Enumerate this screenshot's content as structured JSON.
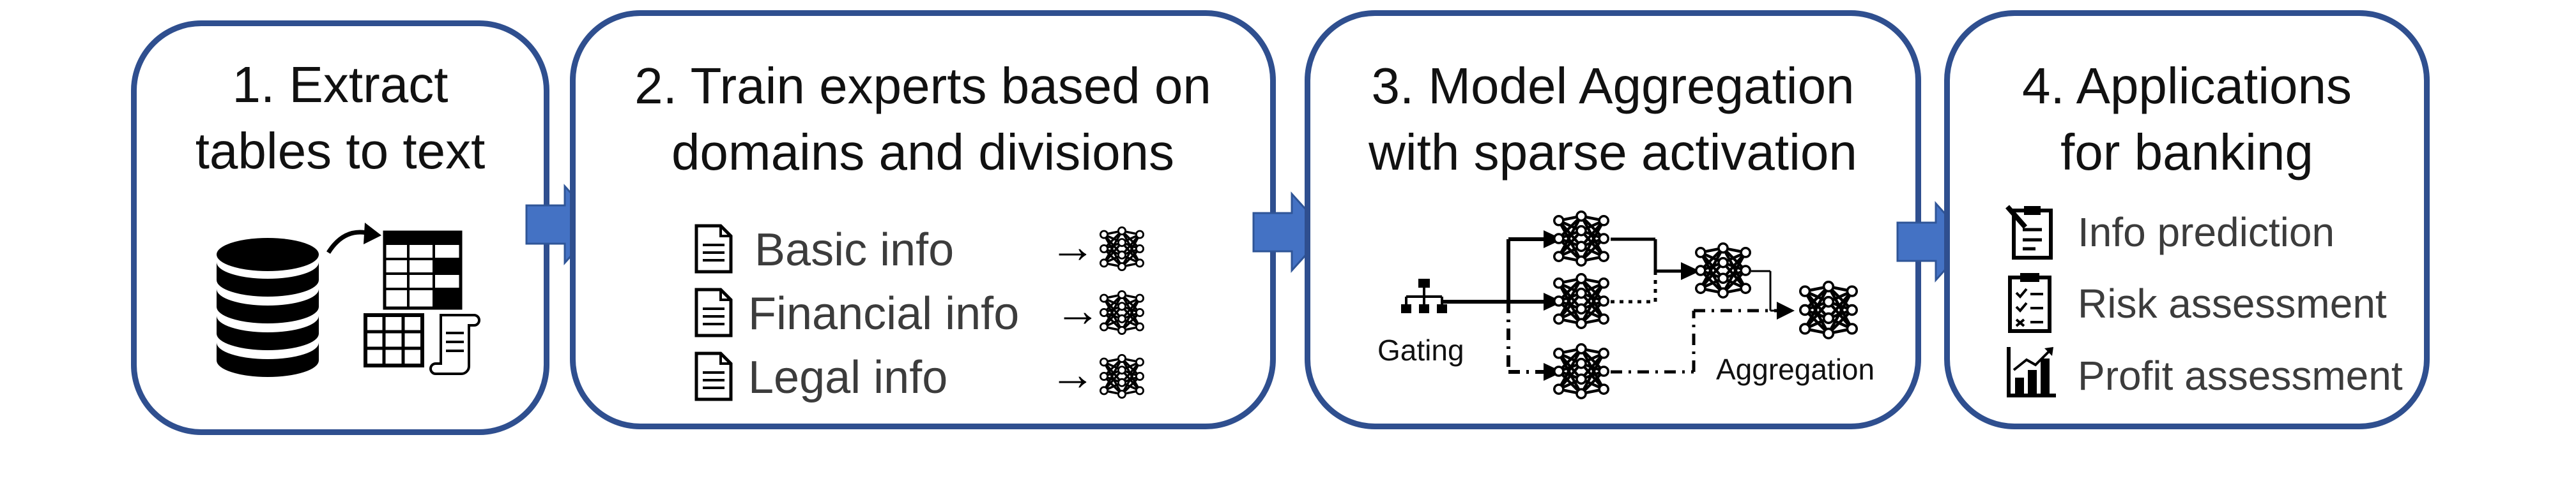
{
  "steps": [
    {
      "title_line1": "1. Extract",
      "title_line2": "tables to text"
    },
    {
      "title_line1": "2. Train experts based on",
      "title_line2": "domains and divisions",
      "items": [
        {
          "label": "Basic info"
        },
        {
          "label": "Financial info"
        },
        {
          "label": "Legal info"
        }
      ],
      "arrow": "→"
    },
    {
      "title_line1": "3. Model Aggregation",
      "title_line2": "with sparse activation",
      "gating_label": "Gating",
      "aggregation_label": "Aggregation"
    },
    {
      "title_line1": "4. Applications",
      "title_line2": "for banking",
      "items": [
        {
          "label": "Info prediction",
          "icon": "clipboard-pen-icon"
        },
        {
          "label": "Risk assessment",
          "icon": "checklist-icon"
        },
        {
          "label": "Profit assessment",
          "icon": "bar-chart-icon"
        }
      ]
    }
  ],
  "colors": {
    "border": "#2f4f8f",
    "arrow": "#4472c4",
    "text": "#3c3c3c"
  }
}
